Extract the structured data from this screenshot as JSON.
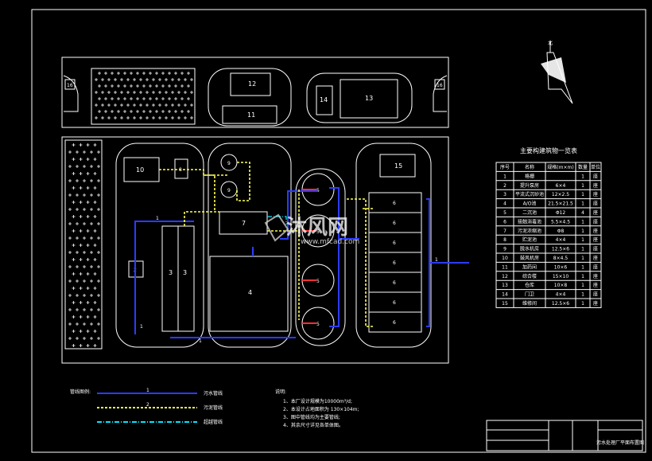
{
  "units": [
    "1",
    "2",
    "3",
    "4",
    "5",
    "6",
    "7",
    "8",
    "9",
    "10",
    "11",
    "12",
    "13",
    "14",
    "15",
    "16"
  ],
  "table": {
    "title": "主要构建筑物一览表",
    "headers": [
      "序号",
      "名称",
      "规格(m×m)",
      "数量",
      "单位"
    ],
    "rows": [
      [
        "1",
        "格栅",
        "",
        "1",
        "座"
      ],
      [
        "2",
        "提升泵房",
        "6×4",
        "1",
        "座"
      ],
      [
        "3",
        "平流式沉砂池",
        "12×2.5",
        "1",
        "座"
      ],
      [
        "4",
        "A/O池",
        "21.5×21.5",
        "1",
        "座"
      ],
      [
        "5",
        "二沉池",
        "Φ12",
        "4",
        "座"
      ],
      [
        "6",
        "接触消毒池",
        "5.5×4.5",
        "1",
        "座"
      ],
      [
        "7",
        "污泥浓缩池",
        "Φ8",
        "1",
        "座"
      ],
      [
        "8",
        "贮泥池",
        "4×4",
        "1",
        "座"
      ],
      [
        "9",
        "脱水机房",
        "12.5×6",
        "1",
        "座"
      ],
      [
        "10",
        "鼓风机房",
        "8×4.5",
        "1",
        "座"
      ],
      [
        "11",
        "加药间",
        "10×6",
        "1",
        "座"
      ],
      [
        "12",
        "综合楼",
        "15×10",
        "1",
        "座"
      ],
      [
        "13",
        "仓库",
        "10×8",
        "1",
        "座"
      ],
      [
        "14",
        "门卫",
        "4×4",
        "1",
        "座"
      ],
      [
        "15",
        "维修间",
        "12.5×6",
        "1",
        "座"
      ]
    ]
  },
  "legend": {
    "title": "管线图例:",
    "items": [
      {
        "label": "污水管线",
        "color": "#2b3cff",
        "marker": "1"
      },
      {
        "label": "污泥管线",
        "color": "#ffff55",
        "marker": "2"
      },
      {
        "label": "超越管线",
        "color": "#00e5ff",
        "marker": ""
      }
    ]
  },
  "notes": {
    "title": "说明:",
    "lines": [
      "1、本厂设计规模为10000m³/d;",
      "2、本设计占地面积为 130×104m;",
      "3、图中管线均为主要管线;",
      "4、其余尺寸详见各单体图。"
    ]
  },
  "north_label": "北",
  "watermark": {
    "brand": "沐风网",
    "url": "www.mfcad.com"
  },
  "title_block": {
    "drawing_title": "污水处理厂平面布置图"
  },
  "colors": {
    "bg": "#000000",
    "line": "#ffffff",
    "sewage": "#2b3cff",
    "sludge": "#ffff55",
    "bypass": "#00e5ff",
    "red": "#ff3030"
  }
}
